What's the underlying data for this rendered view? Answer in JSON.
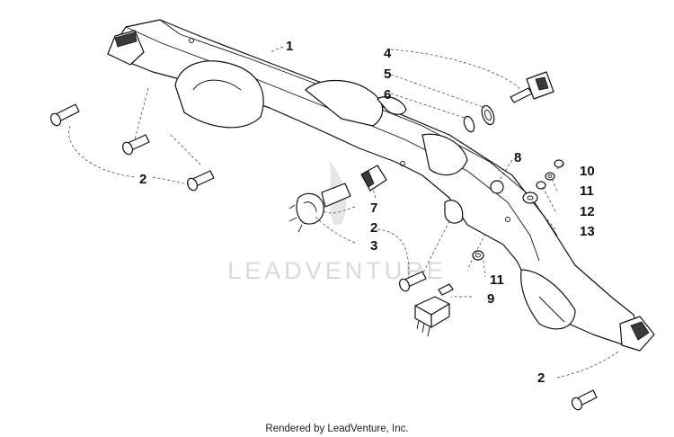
{
  "diagram": {
    "watermark": "LEADVENTURE",
    "footer": "Rendered by LeadVenture, Inc.",
    "callouts": {
      "c1": "1",
      "c2_left": "2",
      "c2_mid": "2",
      "c2_bottom": "2",
      "c3": "3",
      "c4": "4",
      "c5": "5",
      "c6": "6",
      "c7": "7",
      "c8": "8",
      "c9": "9",
      "c10": "10",
      "c11_top": "11",
      "c11_mid": "11",
      "c12": "12",
      "c13": "13"
    }
  }
}
